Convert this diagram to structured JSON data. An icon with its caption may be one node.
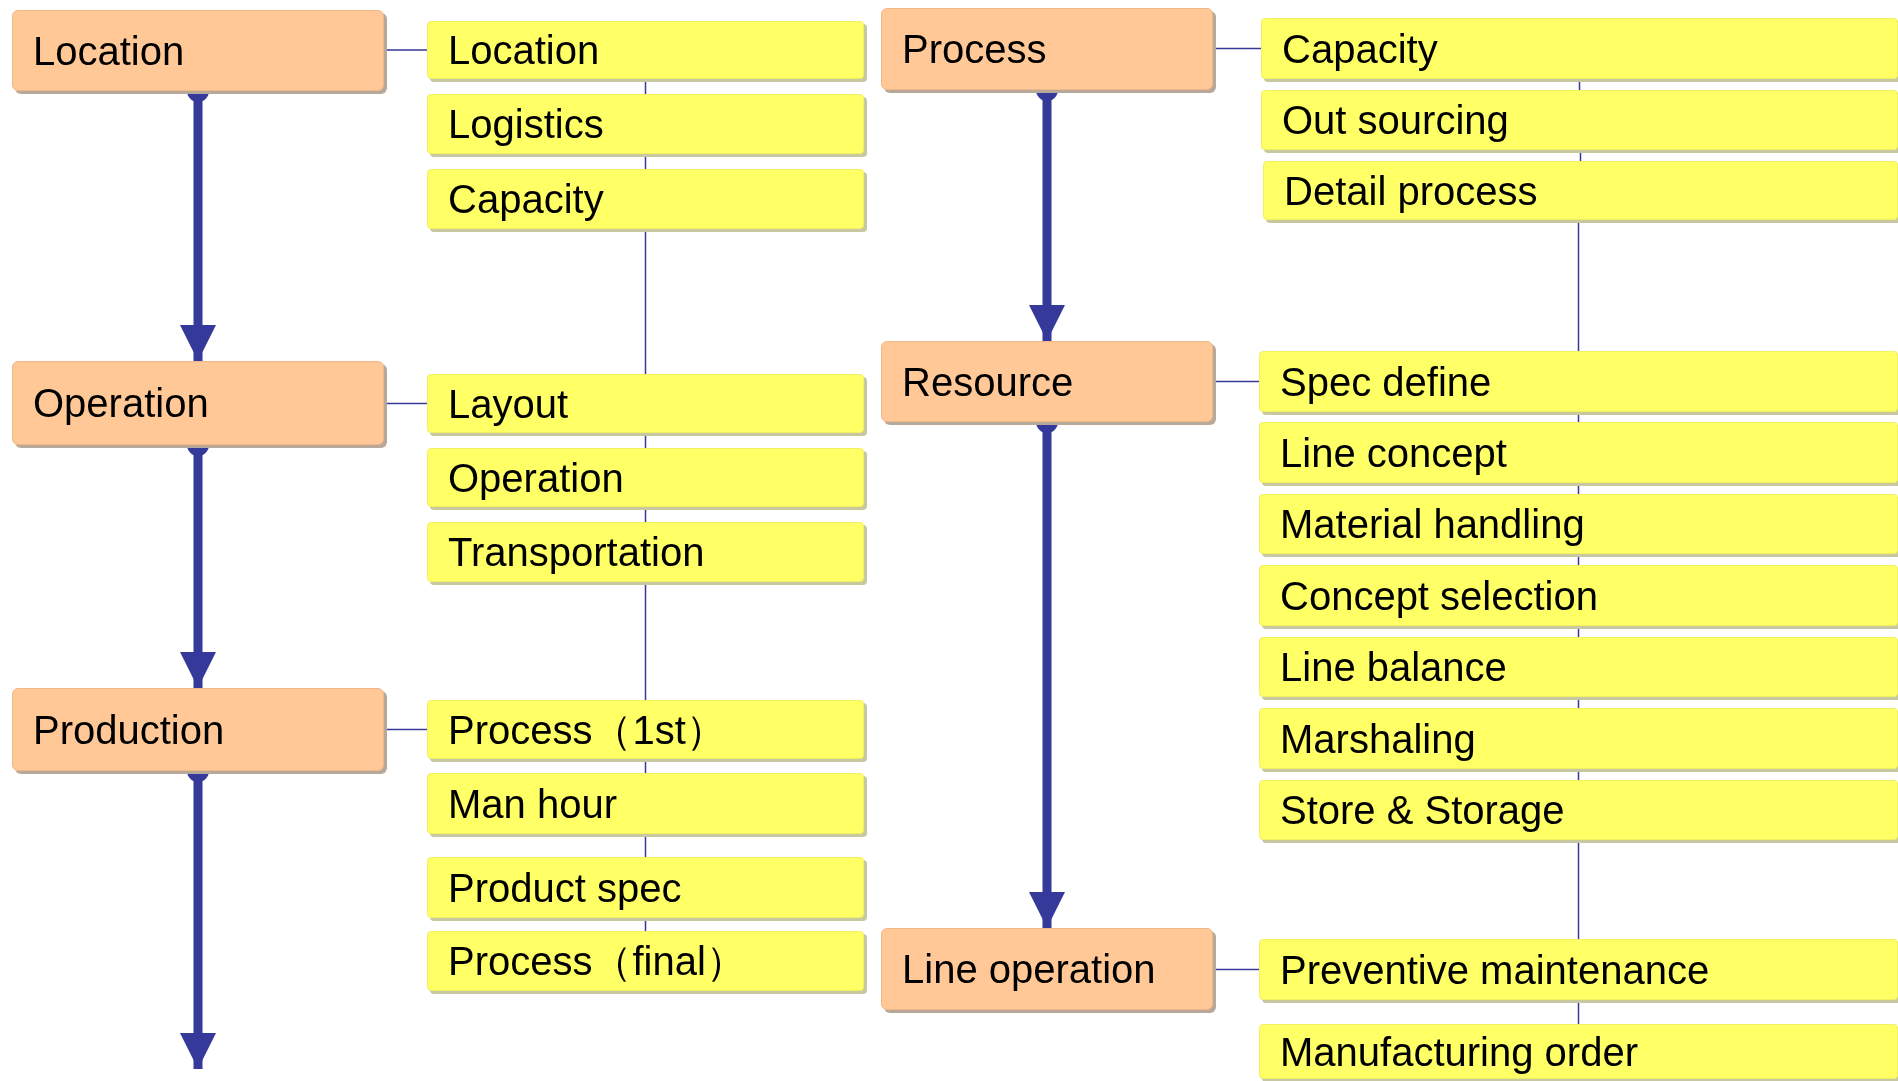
{
  "diagram": {
    "nodes": [
      {
        "text": [
          "Location"
        ]
      },
      {
        "text": [
          "Location"
        ]
      },
      {
        "text": [
          "Logistics"
        ]
      },
      {
        "text": [
          "Capacity"
        ]
      },
      {
        "text": [
          "Operation"
        ]
      },
      {
        "text": [
          "Layout"
        ]
      },
      {
        "text": [
          "Operation"
        ]
      },
      {
        "text": [
          "Transportation"
        ]
      },
      {
        "text": [
          "Production"
        ]
      },
      {
        "text": [
          "Process（1st）"
        ]
      },
      {
        "text": [
          "Man hour"
        ]
      },
      {
        "text": [
          "Product spec"
        ]
      },
      {
        "text": [
          "Process（final）"
        ]
      },
      {
        "text": [
          "Process"
        ]
      },
      {
        "text": [
          "Capacity"
        ]
      },
      {
        "text": [
          "Out sourcing"
        ]
      },
      {
        "text": [
          "Detail process"
        ]
      },
      {
        "text": [
          "Resource"
        ]
      },
      {
        "text": [
          "Spec define"
        ]
      },
      {
        "text": [
          "Line concept"
        ]
      },
      {
        "text": [
          "Material handling"
        ]
      },
      {
        "text": [
          "Concept selection"
        ]
      },
      {
        "text": [
          "Line balance"
        ]
      },
      {
        "text": [
          "Marshaling"
        ]
      },
      {
        "text": [
          "Store & Storage"
        ]
      },
      {
        "text": [
          "Line operation"
        ]
      },
      {
        "text": [
          "Preventive maintenance"
        ]
      },
      {
        "text": [
          "Manufacturing order"
        ]
      }
    ],
    "edges": [
      {
        "from": 0,
        "to": 1,
        "arrow": "none"
      },
      {
        "from": 1,
        "to": 2,
        "arrow": "none"
      },
      {
        "from": 2,
        "to": 3,
        "arrow": "none"
      },
      {
        "from": 3,
        "to": 5,
        "arrow": "none"
      },
      {
        "from": 4,
        "to": 5,
        "arrow": "none"
      },
      {
        "from": 5,
        "to": 6,
        "arrow": "none"
      },
      {
        "from": 6,
        "to": 7,
        "arrow": "none"
      },
      {
        "from": 7,
        "to": 9,
        "arrow": "none"
      },
      {
        "from": 8,
        "to": 9,
        "arrow": "none"
      },
      {
        "from": 9,
        "to": 10,
        "arrow": "none"
      },
      {
        "from": 10,
        "to": 11,
        "arrow": "none"
      },
      {
        "from": 11,
        "to": 12,
        "arrow": "none"
      },
      {
        "from": 13,
        "to": 14,
        "arrow": "none"
      },
      {
        "from": 14,
        "to": 15,
        "arrow": "none"
      },
      {
        "from": 15,
        "to": 16,
        "arrow": "none"
      },
      {
        "from": 16,
        "to": 18,
        "arrow": "none"
      },
      {
        "from": 17,
        "to": 18,
        "arrow": "none"
      },
      {
        "from": 18,
        "to": 19,
        "arrow": "none"
      },
      {
        "from": 19,
        "to": 20,
        "arrow": "none"
      },
      {
        "from": 20,
        "to": 21,
        "arrow": "none"
      },
      {
        "from": 21,
        "to": 22,
        "arrow": "none"
      },
      {
        "from": 22,
        "to": 23,
        "arrow": "none"
      },
      {
        "from": 23,
        "to": 24,
        "arrow": "none"
      },
      {
        "from": 24,
        "to": 26,
        "arrow": "none"
      },
      {
        "from": 25,
        "to": 26,
        "arrow": "none"
      },
      {
        "from": 26,
        "to": 27,
        "arrow": "none"
      },
      {
        "from": 0,
        "to": 4,
        "arrow": "to",
        "style": "thick"
      },
      {
        "from": 4,
        "to": 8,
        "arrow": "to",
        "style": "thick"
      },
      {
        "from": 8,
        "to": null,
        "arrow": "to",
        "style": "thick"
      },
      {
        "from": 13,
        "to": 17,
        "arrow": "to",
        "style": "thick"
      },
      {
        "from": 17,
        "to": 25,
        "arrow": "to",
        "style": "thick"
      }
    ]
  }
}
